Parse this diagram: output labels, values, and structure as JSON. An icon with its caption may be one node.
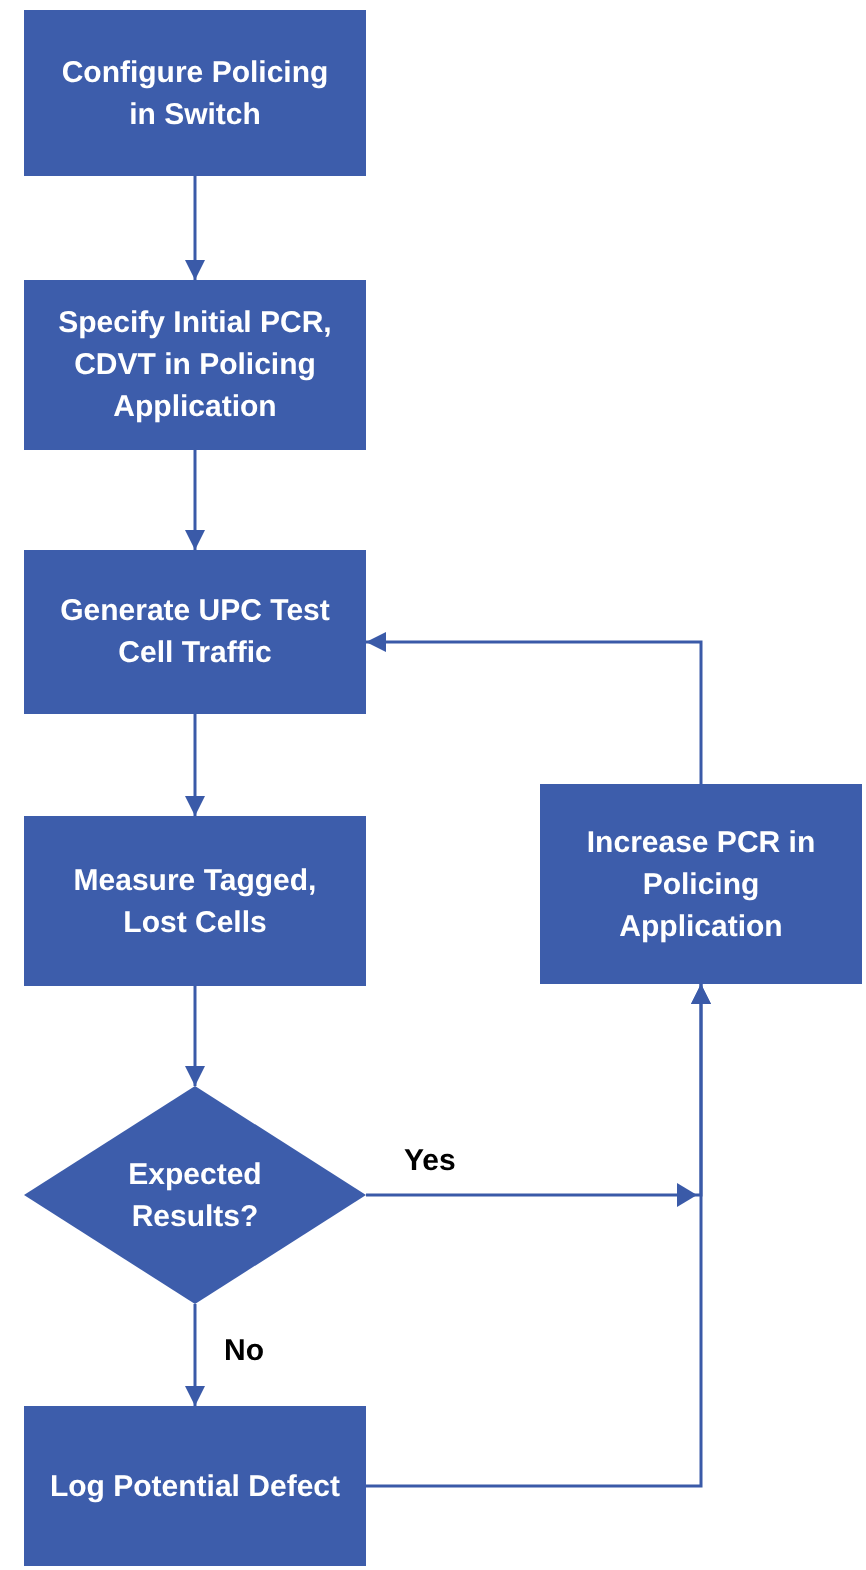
{
  "diagram": {
    "nodes": [
      {
        "text": [
          "Configure Policing in Switch"
        ]
      },
      {
        "text": [
          "Specify Initial PCR, CDVT in Policing Application"
        ]
      },
      {
        "text": [
          "Generate UPC Test Cell Traffic"
        ]
      },
      {
        "text": [
          "Measure Tagged, Lost Cells"
        ]
      },
      {
        "text": [
          "Expected Results?"
        ]
      },
      {
        "text": [
          "Log Potential Defect"
        ]
      },
      {
        "text": [
          "Increase PCR in Policing Application"
        ]
      }
    ],
    "edges": [
      {
        "from": 0,
        "to": 1,
        "arrow": "to"
      },
      {
        "from": 1,
        "to": 2,
        "arrow": "to"
      },
      {
        "from": 2,
        "to": 3,
        "arrow": "to"
      },
      {
        "from": 3,
        "to": 4,
        "arrow": "to"
      },
      {
        "from": 4,
        "to": 5,
        "arrow": "to",
        "label": "No"
      },
      {
        "from": 4,
        "to": 6,
        "arrow": "to",
        "label": "Yes"
      },
      {
        "from": 5,
        "to": 6,
        "arrow": "to"
      },
      {
        "from": 6,
        "to": 2,
        "arrow": "to"
      }
    ]
  }
}
